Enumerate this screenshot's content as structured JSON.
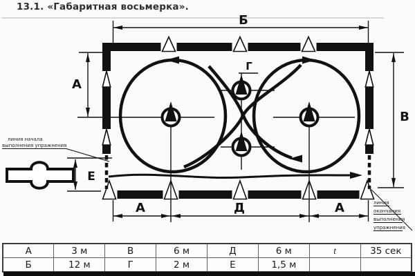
{
  "title": "13.1. «Габаритная восьмерка».",
  "diagram": {
    "dim_width_top": "Б",
    "dim_height_left": "А",
    "dim_height_right": "В",
    "gate_label": "Г",
    "dim_bottom_left_a": "А",
    "dim_bottom_center_d": "Д",
    "dim_bottom_right_a": "А",
    "entry_gap_label": "Е",
    "start_line_text_1": "линия начала",
    "start_line_text_2": "выполнения упражнения",
    "finish_line_text_1": "линия",
    "finish_line_text_2": "окончания",
    "finish_line_text_3": "выполнения",
    "finish_line_text_4": "упражнения"
  },
  "table": {
    "rows": [
      [
        "А",
        "3 м",
        "В",
        "6 м",
        "Д",
        "6 м",
        "t",
        "35 сек"
      ],
      [
        "Б",
        "12 м",
        "Г",
        "2 м",
        "Е",
        "1,5 м",
        "",
        ""
      ]
    ]
  },
  "colors": {
    "ink": "#111111",
    "paper": "#fbfbfb"
  }
}
